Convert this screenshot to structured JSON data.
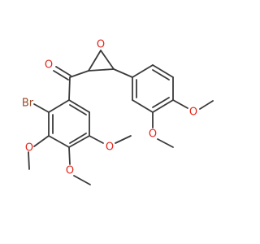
{
  "molecule": {
    "atoms": {
      "carbonyl_oxygen": "O",
      "epoxide_oxygen": "O",
      "bromine": "Br",
      "methoxy_ortho_oxygen": "O",
      "methoxy_meta_oxygen": "O",
      "methoxy_para_oxygen": "O",
      "veratryl_para_oxygen": "O",
      "veratryl_meta_oxygen": "O"
    }
  },
  "colors": {
    "bond": "#3a3a3a",
    "oxygen": "#e3261a",
    "bromine": "#9a4a26",
    "background": "#ffffff"
  }
}
